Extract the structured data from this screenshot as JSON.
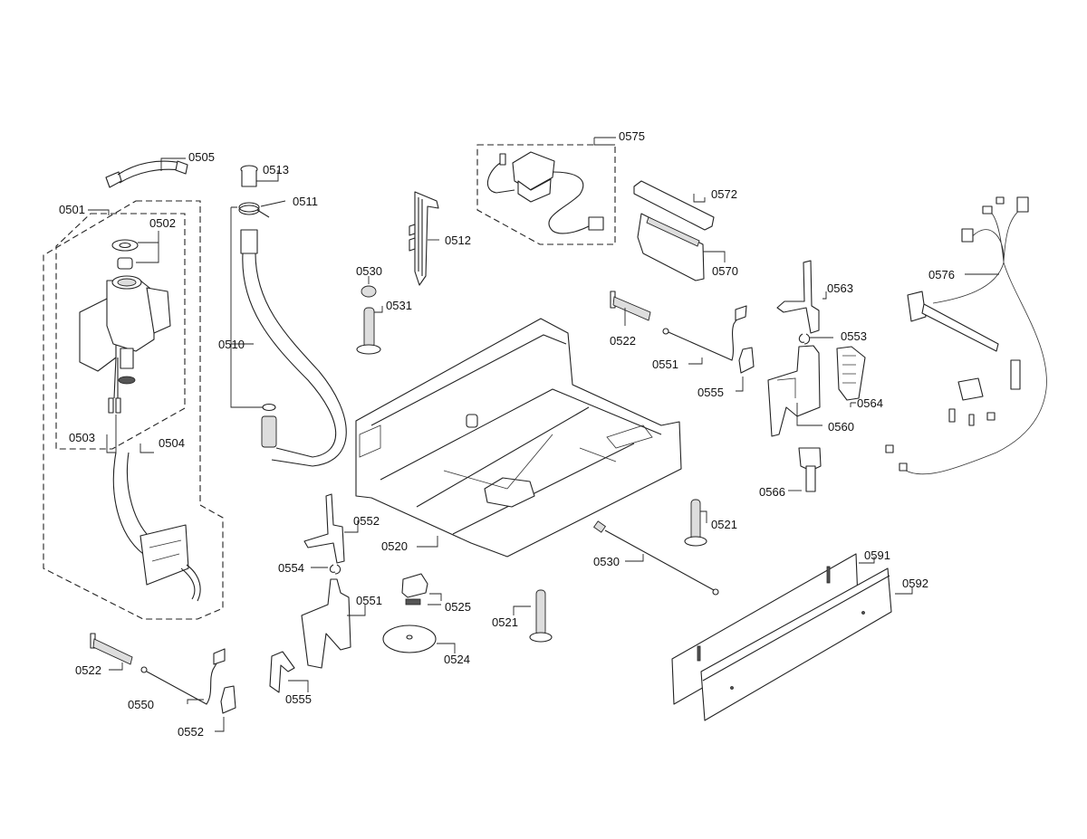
{
  "diagram": {
    "type": "exploded-parts-diagram",
    "subject": "dishwasher base assembly",
    "parts": [
      {
        "id": "0501",
        "label": "0501"
      },
      {
        "id": "0502",
        "label": "0502"
      },
      {
        "id": "0503",
        "label": "0503"
      },
      {
        "id": "0504",
        "label": "0504"
      },
      {
        "id": "0505",
        "label": "0505"
      },
      {
        "id": "0510",
        "label": "0510"
      },
      {
        "id": "0511",
        "label": "0511"
      },
      {
        "id": "0512",
        "label": "0512"
      },
      {
        "id": "0513",
        "label": "0513"
      },
      {
        "id": "0520",
        "label": "0520"
      },
      {
        "id": "0521a",
        "label": "0521"
      },
      {
        "id": "0521b",
        "label": "0521"
      },
      {
        "id": "0522a",
        "label": "0522"
      },
      {
        "id": "0522b",
        "label": "0522"
      },
      {
        "id": "0524",
        "label": "0524"
      },
      {
        "id": "0525",
        "label": "0525"
      },
      {
        "id": "0530a",
        "label": "0530"
      },
      {
        "id": "0530b",
        "label": "0530"
      },
      {
        "id": "0531",
        "label": "0531"
      },
      {
        "id": "0550",
        "label": "0550"
      },
      {
        "id": "0551a",
        "label": "0551"
      },
      {
        "id": "0551b",
        "label": "0551"
      },
      {
        "id": "0552a",
        "label": "0552"
      },
      {
        "id": "0552b",
        "label": "0552"
      },
      {
        "id": "0553",
        "label": "0553"
      },
      {
        "id": "0554",
        "label": "0554"
      },
      {
        "id": "0555a",
        "label": "0555"
      },
      {
        "id": "0555b",
        "label": "0555"
      },
      {
        "id": "0560",
        "label": "0560"
      },
      {
        "id": "0563",
        "label": "0563"
      },
      {
        "id": "0564",
        "label": "0564"
      },
      {
        "id": "0566",
        "label": "0566"
      },
      {
        "id": "0570",
        "label": "0570"
      },
      {
        "id": "0572",
        "label": "0572"
      },
      {
        "id": "0575",
        "label": "0575"
      },
      {
        "id": "0576",
        "label": "0576"
      },
      {
        "id": "0591",
        "label": "0591"
      },
      {
        "id": "0592",
        "label": "0592"
      }
    ]
  }
}
